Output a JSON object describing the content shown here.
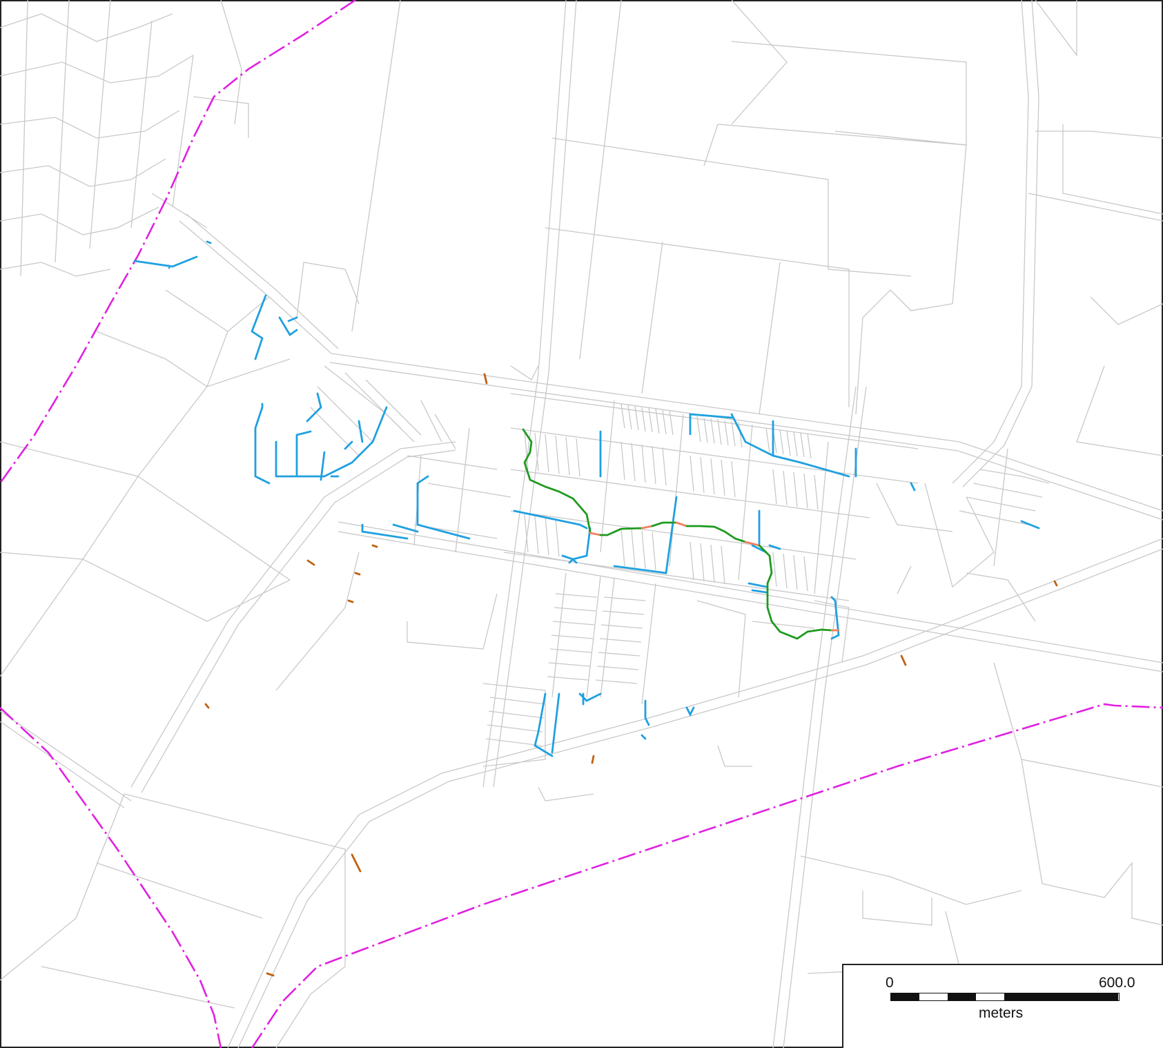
{
  "map": {
    "layers": [
      {
        "name": "parcels",
        "color": "#c8c8c8"
      },
      {
        "name": "boundary",
        "color": "#e020e0"
      },
      {
        "name": "stormwater-pipes",
        "color": "#1fa0e0"
      },
      {
        "name": "trunk-drain",
        "color": "#1e9a1e"
      },
      {
        "name": "open-channel",
        "color": "#f08060"
      },
      {
        "name": "culverts",
        "color": "#c06010"
      }
    ]
  },
  "scale_bar": {
    "min_label": "0",
    "max_label": "600.0",
    "unit_label": "meters"
  }
}
